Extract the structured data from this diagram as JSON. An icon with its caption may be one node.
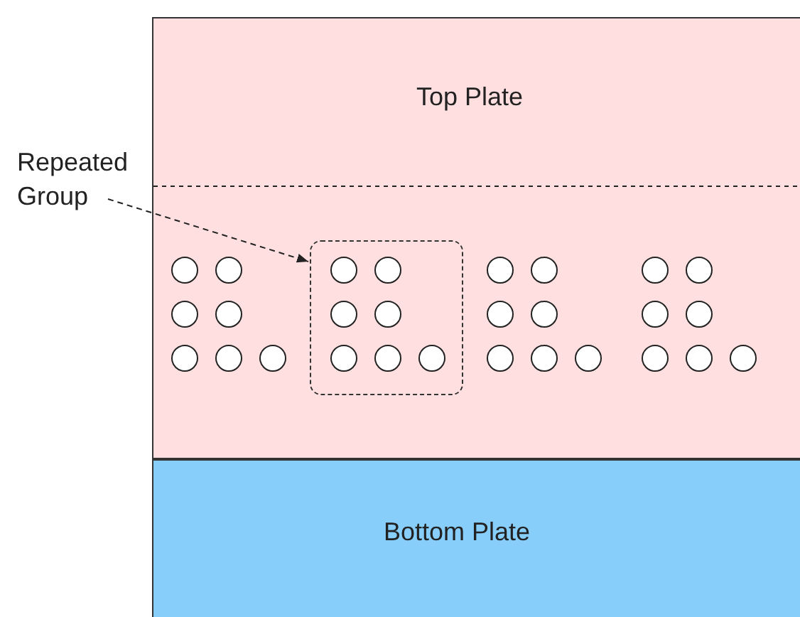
{
  "diagram": {
    "nodes": [
      {
        "text": [
          "Top Plate"
        ]
      },
      {
        "text": [
          "Repeated Group"
        ]
      },
      {
        "text": [],
        "shape": "box",
        "in": 0
      },
      {
        "text": [
          "Bottom Plate"
        ]
      }
    ],
    "edges": [
      {
        "from": 1,
        "to": 2,
        "arrow": "to",
        "style": "dashed"
      }
    ]
  }
}
